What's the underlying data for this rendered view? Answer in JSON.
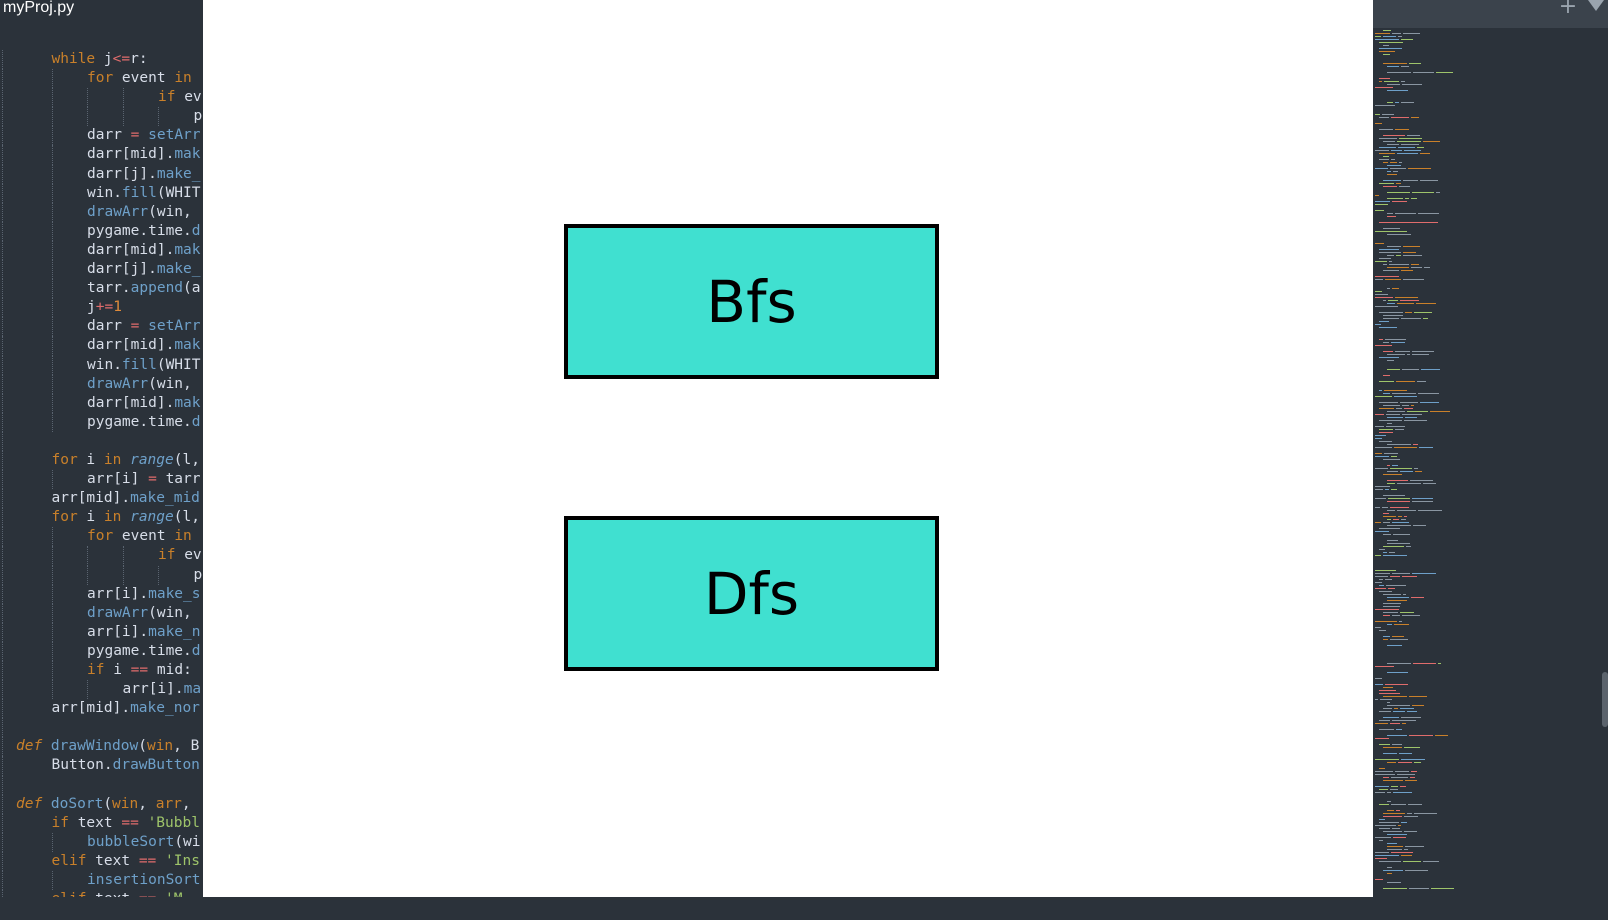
{
  "editor": {
    "tab_title": "myProj.py",
    "code_lines": [
      {
        "indent": 1,
        "tokens": [
          {
            "c": "kw",
            "t": "while "
          },
          {
            "c": "text",
            "t": "j"
          },
          {
            "c": "op",
            "t": "<="
          },
          {
            "c": "text",
            "t": "r:"
          }
        ]
      },
      {
        "indent": 2,
        "tokens": [
          {
            "c": "kw",
            "t": "for "
          },
          {
            "c": "text",
            "t": "event "
          },
          {
            "c": "kw",
            "t": "in "
          }
        ]
      },
      {
        "indent": 4,
        "tokens": [
          {
            "c": "kw",
            "t": "if "
          },
          {
            "c": "text",
            "t": "ev"
          }
        ]
      },
      {
        "indent": 5,
        "tokens": [
          {
            "c": "text",
            "t": "p"
          }
        ]
      },
      {
        "indent": 2,
        "tokens": [
          {
            "c": "text",
            "t": "darr "
          },
          {
            "c": "op",
            "t": "= "
          },
          {
            "c": "fn",
            "t": "setArr"
          }
        ]
      },
      {
        "indent": 2,
        "tokens": [
          {
            "c": "text",
            "t": "darr[mid]."
          },
          {
            "c": "fn",
            "t": "mak"
          }
        ]
      },
      {
        "indent": 2,
        "tokens": [
          {
            "c": "text",
            "t": "darr[j]."
          },
          {
            "c": "fn",
            "t": "make_"
          }
        ]
      },
      {
        "indent": 2,
        "tokens": [
          {
            "c": "text",
            "t": "win."
          },
          {
            "c": "fn",
            "t": "fill"
          },
          {
            "c": "text",
            "t": "(WHIT"
          }
        ]
      },
      {
        "indent": 2,
        "tokens": [
          {
            "c": "fn",
            "t": "drawArr"
          },
          {
            "c": "text",
            "t": "(win,"
          }
        ]
      },
      {
        "indent": 2,
        "tokens": [
          {
            "c": "text",
            "t": "pygame.time."
          },
          {
            "c": "fn",
            "t": "d"
          }
        ]
      },
      {
        "indent": 2,
        "tokens": [
          {
            "c": "text",
            "t": "darr[mid]."
          },
          {
            "c": "fn",
            "t": "mak"
          }
        ]
      },
      {
        "indent": 2,
        "tokens": [
          {
            "c": "text",
            "t": "darr[j]."
          },
          {
            "c": "fn",
            "t": "make_"
          }
        ]
      },
      {
        "indent": 2,
        "tokens": [
          {
            "c": "text",
            "t": "tarr."
          },
          {
            "c": "fn",
            "t": "append"
          },
          {
            "c": "text",
            "t": "(a"
          }
        ]
      },
      {
        "indent": 2,
        "tokens": [
          {
            "c": "text",
            "t": "j"
          },
          {
            "c": "op",
            "t": "+="
          },
          {
            "c": "num",
            "t": "1"
          }
        ]
      },
      {
        "indent": 2,
        "tokens": [
          {
            "c": "text",
            "t": "darr "
          },
          {
            "c": "op",
            "t": "= "
          },
          {
            "c": "fn",
            "t": "setArr"
          }
        ]
      },
      {
        "indent": 2,
        "tokens": [
          {
            "c": "text",
            "t": "darr[mid]."
          },
          {
            "c": "fn",
            "t": "mak"
          }
        ]
      },
      {
        "indent": 2,
        "tokens": [
          {
            "c": "text",
            "t": "win."
          },
          {
            "c": "fn",
            "t": "fill"
          },
          {
            "c": "text",
            "t": "(WHIT"
          }
        ]
      },
      {
        "indent": 2,
        "tokens": [
          {
            "c": "fn",
            "t": "drawArr"
          },
          {
            "c": "text",
            "t": "(win,"
          }
        ]
      },
      {
        "indent": 2,
        "tokens": [
          {
            "c": "text",
            "t": "darr[mid]."
          },
          {
            "c": "fn",
            "t": "mak"
          }
        ]
      },
      {
        "indent": 2,
        "tokens": [
          {
            "c": "text",
            "t": "pygame.time."
          },
          {
            "c": "fn",
            "t": "d"
          }
        ]
      },
      {
        "indent": 0,
        "tokens": []
      },
      {
        "indent": 1,
        "tokens": [
          {
            "c": "kw",
            "t": "for "
          },
          {
            "c": "text",
            "t": "i "
          },
          {
            "c": "kw",
            "t": "in "
          },
          {
            "c": "builtin",
            "t": "range"
          },
          {
            "c": "text",
            "t": "(l,"
          }
        ]
      },
      {
        "indent": 2,
        "tokens": [
          {
            "c": "text",
            "t": "arr[i] "
          },
          {
            "c": "op",
            "t": "= "
          },
          {
            "c": "text",
            "t": "tarr"
          }
        ]
      },
      {
        "indent": 1,
        "tokens": [
          {
            "c": "text",
            "t": "arr[mid]."
          },
          {
            "c": "fn",
            "t": "make_mid"
          }
        ]
      },
      {
        "indent": 1,
        "tokens": [
          {
            "c": "kw",
            "t": "for "
          },
          {
            "c": "text",
            "t": "i "
          },
          {
            "c": "kw",
            "t": "in "
          },
          {
            "c": "builtin",
            "t": "range"
          },
          {
            "c": "text",
            "t": "(l,"
          }
        ]
      },
      {
        "indent": 2,
        "tokens": [
          {
            "c": "kw",
            "t": "for "
          },
          {
            "c": "text",
            "t": "event "
          },
          {
            "c": "kw",
            "t": "in "
          }
        ]
      },
      {
        "indent": 4,
        "tokens": [
          {
            "c": "kw",
            "t": "if "
          },
          {
            "c": "text",
            "t": "ev"
          }
        ]
      },
      {
        "indent": 5,
        "tokens": [
          {
            "c": "text",
            "t": "p"
          }
        ]
      },
      {
        "indent": 2,
        "tokens": [
          {
            "c": "text",
            "t": "arr[i]."
          },
          {
            "c": "fn",
            "t": "make_s"
          }
        ]
      },
      {
        "indent": 2,
        "tokens": [
          {
            "c": "fn",
            "t": "drawArr"
          },
          {
            "c": "text",
            "t": "(win,"
          }
        ]
      },
      {
        "indent": 2,
        "tokens": [
          {
            "c": "text",
            "t": "arr[i]."
          },
          {
            "c": "fn",
            "t": "make_n"
          }
        ]
      },
      {
        "indent": 2,
        "tokens": [
          {
            "c": "text",
            "t": "pygame.time."
          },
          {
            "c": "fn",
            "t": "d"
          }
        ]
      },
      {
        "indent": 2,
        "tokens": [
          {
            "c": "kw",
            "t": "if "
          },
          {
            "c": "text",
            "t": "i "
          },
          {
            "c": "op",
            "t": "== "
          },
          {
            "c": "text",
            "t": "mid:"
          }
        ]
      },
      {
        "indent": 3,
        "tokens": [
          {
            "c": "text",
            "t": "arr[i]."
          },
          {
            "c": "fn",
            "t": "ma"
          }
        ]
      },
      {
        "indent": 1,
        "tokens": [
          {
            "c": "text",
            "t": "arr[mid]."
          },
          {
            "c": "fn",
            "t": "make_nor"
          }
        ]
      },
      {
        "indent": 0,
        "tokens": []
      },
      {
        "indent": 0,
        "tokens": [
          {
            "c": "def",
            "t": "def "
          },
          {
            "c": "fn",
            "t": "drawWindow"
          },
          {
            "c": "text",
            "t": "("
          },
          {
            "c": "kw",
            "t": "win"
          },
          {
            "c": "text",
            "t": ", B"
          }
        ]
      },
      {
        "indent": 1,
        "tokens": [
          {
            "c": "text",
            "t": "Button."
          },
          {
            "c": "fn",
            "t": "drawButton"
          }
        ]
      },
      {
        "indent": 0,
        "tokens": []
      },
      {
        "indent": 0,
        "tokens": [
          {
            "c": "def",
            "t": "def "
          },
          {
            "c": "fn",
            "t": "doSort"
          },
          {
            "c": "text",
            "t": "("
          },
          {
            "c": "kw",
            "t": "win"
          },
          {
            "c": "text",
            "t": ", "
          },
          {
            "c": "kw",
            "t": "arr"
          },
          {
            "c": "text",
            "t": ","
          }
        ]
      },
      {
        "indent": 1,
        "tokens": [
          {
            "c": "kw",
            "t": "if "
          },
          {
            "c": "text",
            "t": "text "
          },
          {
            "c": "op",
            "t": "== "
          },
          {
            "c": "str",
            "t": "'Bubbl"
          }
        ]
      },
      {
        "indent": 2,
        "tokens": [
          {
            "c": "fn",
            "t": "bubbleSort"
          },
          {
            "c": "text",
            "t": "(wi"
          }
        ]
      },
      {
        "indent": 1,
        "tokens": [
          {
            "c": "kw",
            "t": "elif "
          },
          {
            "c": "text",
            "t": "text "
          },
          {
            "c": "op",
            "t": "== "
          },
          {
            "c": "str",
            "t": "'Ins"
          }
        ]
      },
      {
        "indent": 2,
        "tokens": [
          {
            "c": "fn",
            "t": "insertionSort"
          }
        ]
      },
      {
        "indent": 1,
        "tokens": [
          {
            "c": "kw",
            "t": "elif "
          },
          {
            "c": "text",
            "t": "text "
          },
          {
            "c": "op",
            "t": "== "
          },
          {
            "c": "str",
            "t": "'M"
          }
        ]
      }
    ]
  },
  "game": {
    "bfs_label": "Bfs",
    "dfs_label": "Dfs",
    "button_color": "#40e0d0"
  },
  "minimap": {
    "plus_icon": "plus-icon",
    "arrow_icon": "chevron-down-icon"
  }
}
